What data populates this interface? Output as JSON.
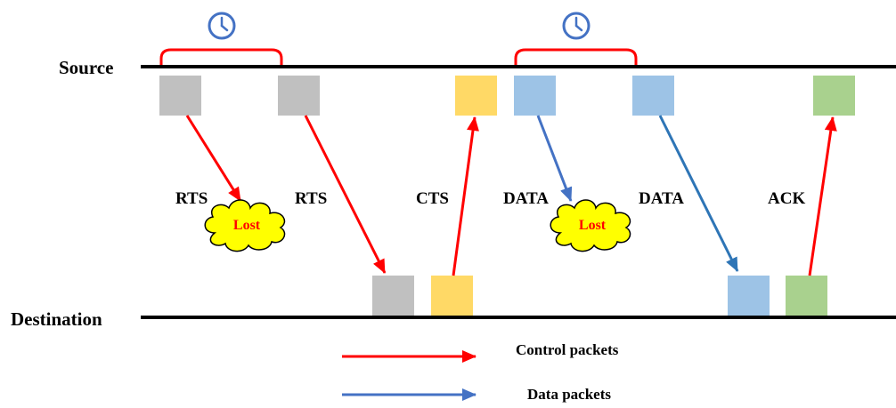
{
  "axis_labels": {
    "source": "Source",
    "destination": "Destination"
  },
  "arrow_labels": {
    "rts_1": "RTS",
    "rts_2": "RTS",
    "cts": "CTS",
    "data_1": "DATA",
    "data_2": "DATA",
    "ack": "ACK"
  },
  "lost_labels": {
    "lost_1": "Lost",
    "lost_2": "Lost"
  },
  "legend": {
    "control": "Control packets",
    "data": "Data packets"
  },
  "icons": {
    "timer": "clock-icon",
    "loss": "cloud-icon"
  },
  "colors": {
    "control_arrow": "#ff0000",
    "data_arrow_1": "#4472c4",
    "data_arrow_2": "#2e75b6",
    "rts_packet": "#c0c0c0",
    "cts_packet": "#ffd966",
    "data_packet": "#9dc3e6",
    "ack_packet": "#a9d18e",
    "cloud_fill": "#ffff00",
    "lost_text": "#ff0000",
    "clock": "#4472c4"
  }
}
